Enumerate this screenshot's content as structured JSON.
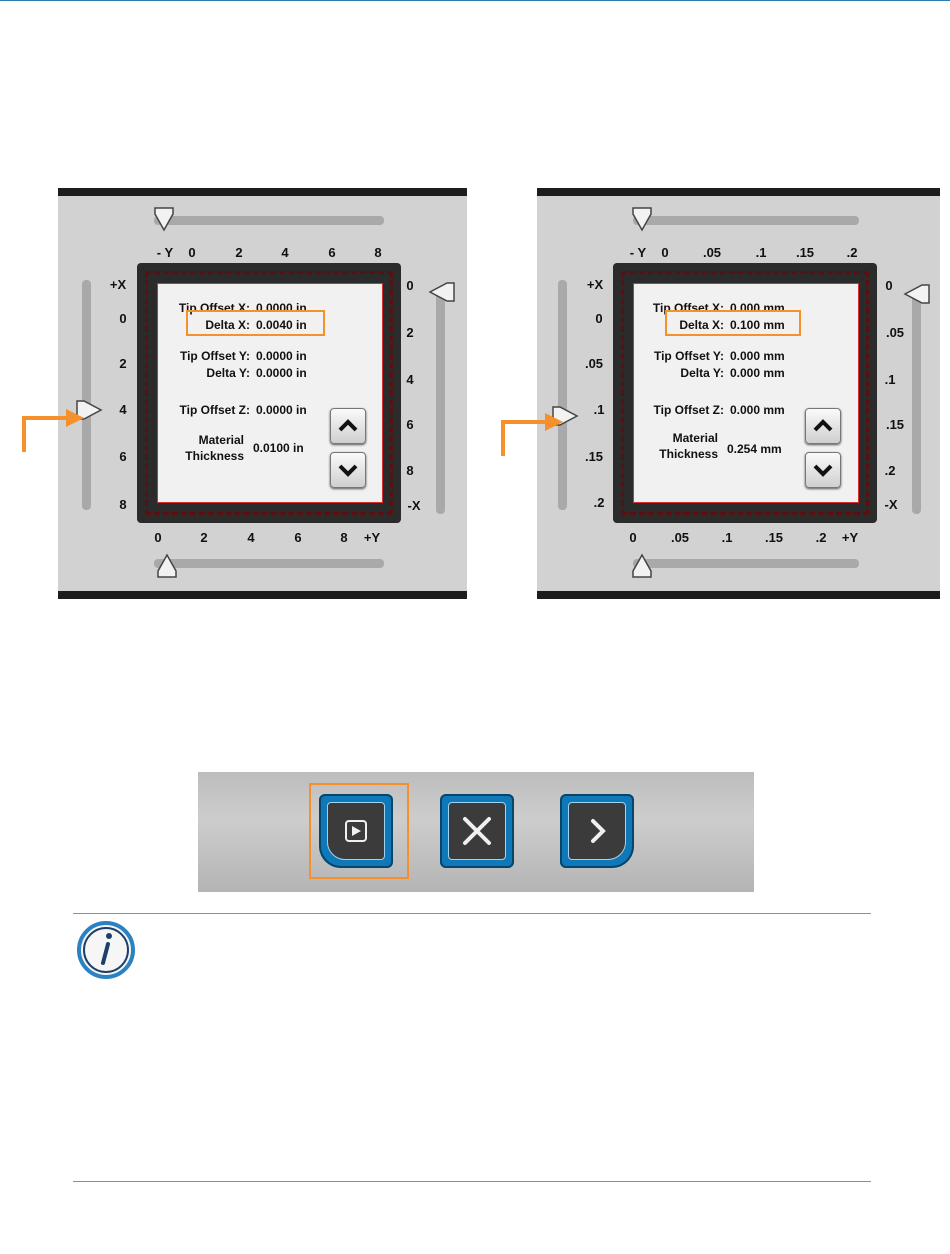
{
  "panels": [
    {
      "top_labels": [
        "- Y",
        "0",
        "2",
        "4",
        "6",
        "8"
      ],
      "bottom_labels": [
        "0",
        "2",
        "4",
        "6",
        "8",
        "+Y"
      ],
      "left_labels": [
        "+X",
        "0",
        "2",
        "4",
        "6",
        "8"
      ],
      "right_labels": [
        "0",
        "2",
        "4",
        "6",
        "8",
        "-X"
      ],
      "rows": [
        {
          "key": "Tip Offset X:",
          "value": "0.0000 in"
        },
        {
          "key": "Delta X:",
          "value": "0.0040 in"
        },
        {
          "key": "Tip Offset Y:",
          "value": "0.0000 in"
        },
        {
          "key": "Delta Y:",
          "value": "0.0000 in"
        },
        {
          "key": "Tip Offset Z:",
          "value": "0.0000 in"
        },
        {
          "key": "Material",
          "value": ""
        },
        {
          "key": "Thickness",
          "value": "0.0100 in"
        }
      ]
    },
    {
      "top_labels": [
        "- Y",
        "0",
        ".05",
        ".1",
        ".15",
        ".2"
      ],
      "bottom_labels": [
        "0",
        ".05",
        ".1",
        ".15",
        ".2",
        "+Y"
      ],
      "left_labels": [
        "+X",
        "0",
        ".05",
        ".1",
        ".15",
        ".2"
      ],
      "right_labels": [
        "0",
        ".05",
        ".1",
        ".15",
        ".2",
        "-X"
      ],
      "rows": [
        {
          "key": "Tip Offset X:",
          "value": "0.000 mm"
        },
        {
          "key": "Delta X:",
          "value": "0.100 mm"
        },
        {
          "key": "Tip Offset Y:",
          "value": "0.000 mm"
        },
        {
          "key": "Delta Y:",
          "value": "0.000 mm"
        },
        {
          "key": "Tip Offset Z:",
          "value": "0.000 mm"
        },
        {
          "key": "Material",
          "value": ""
        },
        {
          "key": "Thickness",
          "value": "0.254 mm"
        }
      ]
    }
  ],
  "colors": {
    "highlight": "#f5902b",
    "button_blue": "#0f78b8",
    "rule_blue": "#4aa3d6"
  },
  "icons": [
    "triangle-slider-handle-icon",
    "chevron-up-icon",
    "chevron-down-icon",
    "play-square-icon",
    "close-x-icon",
    "chevron-right-icon",
    "info-icon"
  ]
}
